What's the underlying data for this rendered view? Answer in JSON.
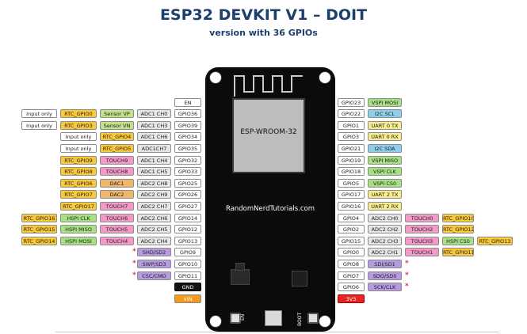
{
  "title": "ESP32 DEVKIT V1 – DOIT",
  "subtitle": "version with 36 GPIOs",
  "board": {
    "module_label": "ESP-WROOM-32",
    "website": "RandomNerdTutorials.com",
    "en_button": "EN",
    "boot_button": "BOOT"
  },
  "colors": {
    "gpio": "#ffffff",
    "input": "#ffffff",
    "rtc": "#f9c93a",
    "sensor": "#c2e28a",
    "adc": "#e6e6e6",
    "touch": "#f39ac9",
    "dac": "#f0b76c",
    "spi": "#a7e184",
    "i2c": "#8ccfe8",
    "uart": "#f8ed8e",
    "flash": "#b89ae2",
    "gnd": "#111111",
    "vin": "#f39a1a",
    "v33": "#e52521"
  },
  "left_rows": [
    {
      "cells": [
        {
          "t": "EN",
          "c": "gpio"
        }
      ]
    },
    {
      "cells": [
        {
          "t": "GPIO36",
          "c": "gpio"
        },
        {
          "t": "ADC1 CH0",
          "c": "adc"
        },
        {
          "t": "Sensor VP",
          "c": "sensor"
        },
        {
          "t": "RTC_GPIO0",
          "c": "rtc"
        },
        {
          "t": "Input only",
          "c": "input"
        }
      ]
    },
    {
      "cells": [
        {
          "t": "GPIO39",
          "c": "gpio"
        },
        {
          "t": "ADC1 CH3",
          "c": "adc"
        },
        {
          "t": "Sensor VN",
          "c": "sensor"
        },
        {
          "t": "RTC_GPIO3",
          "c": "rtc"
        },
        {
          "t": "Input only",
          "c": "input"
        }
      ]
    },
    {
      "cells": [
        {
          "t": "GPIO34",
          "c": "gpio"
        },
        {
          "t": "ADC1 CH6",
          "c": "adc"
        },
        {
          "t": "RTC_GPIO4",
          "c": "rtc"
        },
        {
          "t": "Input only",
          "c": "input"
        }
      ]
    },
    {
      "cells": [
        {
          "t": "GPIO35",
          "c": "gpio"
        },
        {
          "t": "ADC1CH7",
          "c": "adc"
        },
        {
          "t": "RTC_GPIO5",
          "c": "rtc"
        },
        {
          "t": "Input only",
          "c": "input"
        }
      ]
    },
    {
      "cells": [
        {
          "t": "GPIO32",
          "c": "gpio"
        },
        {
          "t": "ADC1 CH4",
          "c": "adc"
        },
        {
          "t": "TOUCH9",
          "c": "touch"
        },
        {
          "t": "RTC_GPIO9",
          "c": "rtc"
        }
      ]
    },
    {
      "cells": [
        {
          "t": "GPIO33",
          "c": "gpio"
        },
        {
          "t": "ADC1 CH5",
          "c": "adc"
        },
        {
          "t": "TOUCH8",
          "c": "touch"
        },
        {
          "t": "RTC_GPIO8",
          "c": "rtc"
        }
      ]
    },
    {
      "cells": [
        {
          "t": "GPIO25",
          "c": "gpio"
        },
        {
          "t": "ADC2 CH8",
          "c": "adc"
        },
        {
          "t": "DAC1",
          "c": "dac"
        },
        {
          "t": "RTC_GPIO6",
          "c": "rtc"
        }
      ]
    },
    {
      "cells": [
        {
          "t": "GPIO26",
          "c": "gpio"
        },
        {
          "t": "ADC2 CH9",
          "c": "adc"
        },
        {
          "t": "DAC2",
          "c": "dac"
        },
        {
          "t": "RTC_GPIO7",
          "c": "rtc"
        }
      ]
    },
    {
      "cells": [
        {
          "t": "GPIO27",
          "c": "gpio"
        },
        {
          "t": "ADC2 CH7",
          "c": "adc"
        },
        {
          "t": "TOUCH7",
          "c": "touch"
        },
        {
          "t": "RTC_GPIO17",
          "c": "rtc"
        }
      ]
    },
    {
      "cells": [
        {
          "t": "GPIO14",
          "c": "gpio"
        },
        {
          "t": "ADC2 CH6",
          "c": "adc"
        },
        {
          "t": "TOUCH6",
          "c": "touch"
        },
        {
          "t": "HSPI CLK",
          "c": "spi"
        },
        {
          "t": "RTC_GPIO16",
          "c": "rtc"
        }
      ]
    },
    {
      "cells": [
        {
          "t": "GPIO12",
          "c": "gpio"
        },
        {
          "t": "ADC2 CH5",
          "c": "adc"
        },
        {
          "t": "TOUCH5",
          "c": "touch"
        },
        {
          "t": "HSPI MISO",
          "c": "spi"
        },
        {
          "t": "RTC_GPIO15",
          "c": "rtc"
        }
      ]
    },
    {
      "cells": [
        {
          "t": "GPIO13",
          "c": "gpio"
        },
        {
          "t": "ADC2 CH4",
          "c": "adc"
        },
        {
          "t": "TOUCH4",
          "c": "touch"
        },
        {
          "t": "HSPI MOSI",
          "c": "spi"
        },
        {
          "t": "RTC_GPIO14",
          "c": "rtc"
        }
      ]
    },
    {
      "cells": [
        {
          "t": "GPIO9",
          "c": "gpio"
        },
        {
          "t": "SHD/SD2",
          "c": "flash"
        }
      ],
      "star": "*"
    },
    {
      "cells": [
        {
          "t": "GPIO10",
          "c": "gpio"
        },
        {
          "t": "SWP/SD3",
          "c": "flash"
        }
      ],
      "star": "*"
    },
    {
      "cells": [
        {
          "t": "GPIO11",
          "c": "gpio"
        },
        {
          "t": "CSC/CMD",
          "c": "flash"
        }
      ],
      "star": "*"
    },
    {
      "cells": [
        {
          "t": "GND",
          "c": "gnd"
        }
      ]
    },
    {
      "cells": [
        {
          "t": "VIN",
          "c": "vin"
        }
      ]
    }
  ],
  "right_rows": [
    {
      "cells": [
        {
          "t": "GPIO23",
          "c": "gpio"
        },
        {
          "t": "VSPI MOSI",
          "c": "spi"
        }
      ]
    },
    {
      "cells": [
        {
          "t": "GPIO22",
          "c": "gpio"
        },
        {
          "t": "I2C SCL",
          "c": "i2c"
        }
      ]
    },
    {
      "cells": [
        {
          "t": "GPIO1",
          "c": "gpio"
        },
        {
          "t": "UART 0 TX",
          "c": "uart"
        }
      ]
    },
    {
      "cells": [
        {
          "t": "GPIO3",
          "c": "gpio"
        },
        {
          "t": "UART 0 RX",
          "c": "uart"
        }
      ]
    },
    {
      "cells": [
        {
          "t": "GPIO21",
          "c": "gpio"
        },
        {
          "t": "I2C SDA",
          "c": "i2c"
        }
      ]
    },
    {
      "cells": [
        {
          "t": "GPIO19",
          "c": "gpio"
        },
        {
          "t": "VSPI MISO",
          "c": "spi"
        }
      ]
    },
    {
      "cells": [
        {
          "t": "GPIO18",
          "c": "gpio"
        },
        {
          "t": "VSPI CLK",
          "c": "spi"
        }
      ]
    },
    {
      "cells": [
        {
          "t": "GPIO5",
          "c": "gpio"
        },
        {
          "t": "VSPI CS0",
          "c": "spi"
        }
      ]
    },
    {
      "cells": [
        {
          "t": "GPIO17",
          "c": "gpio"
        },
        {
          "t": "UART 2 TX",
          "c": "uart"
        }
      ]
    },
    {
      "cells": [
        {
          "t": "GPIO16",
          "c": "gpio"
        },
        {
          "t": "UART 2 RX",
          "c": "uart"
        }
      ]
    },
    {
      "cells": [
        {
          "t": "GPIO4",
          "c": "gpio"
        },
        {
          "t": "ADC2 CH0",
          "c": "adc"
        },
        {
          "t": "TOUCH0",
          "c": "touch"
        },
        {
          "t": "RTC_GPIO10",
          "c": "rtc"
        }
      ]
    },
    {
      "cells": [
        {
          "t": "GPIO2",
          "c": "gpio"
        },
        {
          "t": "ADC2 CH2",
          "c": "adc"
        },
        {
          "t": "TOUCH2",
          "c": "touch"
        },
        {
          "t": "RTC_GPIO12",
          "c": "rtc"
        }
      ]
    },
    {
      "cells": [
        {
          "t": "GPIO15",
          "c": "gpio"
        },
        {
          "t": "ADC2 CH3",
          "c": "adc"
        },
        {
          "t": "TOUCH3",
          "c": "touch"
        },
        {
          "t": "HSPI CS0",
          "c": "spi"
        },
        {
          "t": "RTC_GPIO13",
          "c": "rtc"
        }
      ]
    },
    {
      "cells": [
        {
          "t": "GPIO0",
          "c": "gpio"
        },
        {
          "t": "ADC2 CH1",
          "c": "adc"
        },
        {
          "t": "TOUCH1",
          "c": "touch"
        },
        {
          "t": "RTC_GPIO11",
          "c": "rtc"
        }
      ]
    },
    {
      "cells": [
        {
          "t": "GPIO8",
          "c": "gpio"
        },
        {
          "t": "SDI/SD1",
          "c": "flash"
        }
      ],
      "star": "*"
    },
    {
      "cells": [
        {
          "t": "GPIO7",
          "c": "gpio"
        },
        {
          "t": "SDO/SD0",
          "c": "flash"
        }
      ],
      "star": "*"
    },
    {
      "cells": [
        {
          "t": "GPIO6",
          "c": "gpio"
        },
        {
          "t": "SCK/CLK",
          "c": "flash"
        }
      ],
      "star": "*"
    },
    {
      "cells": [
        {
          "t": "3V3",
          "c": "v33"
        }
      ]
    }
  ]
}
